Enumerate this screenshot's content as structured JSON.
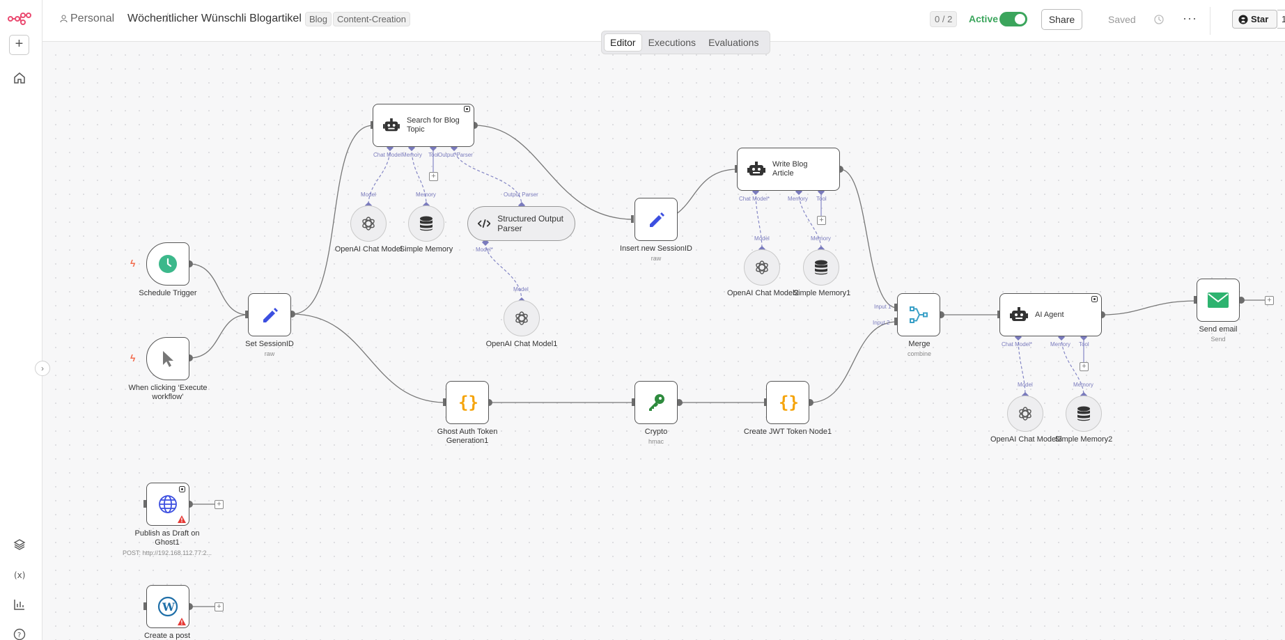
{
  "header": {
    "breadcrumb_personal": "Personal",
    "breadcrumb_sep": "/",
    "workflow_title": "Wöchentlicher Wünschli Blogartikel",
    "tags": [
      "Blog",
      "Content-Creation"
    ],
    "counter": "0 / 2",
    "active_label": "Active",
    "share_label": "Share",
    "saved_label": "Saved",
    "star_label": "Star",
    "star_count": "1"
  },
  "tabs": [
    {
      "label": "Editor"
    },
    {
      "label": "Executions"
    },
    {
      "label": "Evaluations"
    }
  ],
  "nodes": {
    "schedule_trigger": {
      "label": "Schedule Trigger"
    },
    "manual_trigger": {
      "label": "When clicking ‘Execute workflow’"
    },
    "set_session": {
      "label": "Set SessionID",
      "sub": "raw"
    },
    "search_topic": {
      "label": "Search for Blog Topic"
    },
    "openai_1": {
      "label": "OpenAI Chat Model"
    },
    "simple_memory": {
      "label": "Simple Memory"
    },
    "structured_parser": {
      "label": "Structured Output Parser"
    },
    "openai_2": {
      "label": "OpenAI Chat Model1"
    },
    "insert_session": {
      "label": "Insert new SessionID",
      "sub": "raw"
    },
    "write_article": {
      "label": "Write Blog Article"
    },
    "openai_3": {
      "label": "OpenAI Chat Model2"
    },
    "simple_memory_1": {
      "label": "Simple Memory1"
    },
    "ghost_auth": {
      "label": "Ghost Auth Token Generation1"
    },
    "crypto": {
      "label": "Crypto",
      "sub": "hmac"
    },
    "jwt": {
      "label": "Create JWT Token Node1"
    },
    "merge": {
      "label": "Merge",
      "sub": "combine",
      "input1": "Input 1",
      "input2": "Input 2"
    },
    "ai_agent": {
      "label": "AI Agent"
    },
    "openai_4": {
      "label": "OpenAI Chat Model3"
    },
    "simple_memory_2": {
      "label": "Simple Memory2"
    },
    "send_email": {
      "label": "Send email",
      "sub": "Send"
    },
    "publish_ghost": {
      "label": "Publish as Draft on Ghost1",
      "sub": "POST: http://192.168.112.77:2..."
    },
    "create_post": {
      "label": "Create a post"
    }
  },
  "ports": {
    "chat_model": "Chat Model",
    "chat_model_req": "Chat Model*",
    "memory": "Memory",
    "tool": "Tool",
    "output_parser": "Output Parser",
    "model": "Model",
    "model_req": "Model*"
  },
  "colors": {
    "accent_active": "#3ba55c",
    "trigger_bolt": "#f26b4d",
    "port_label": "#7a7bbd",
    "set_node": "#3c4fe0",
    "schedule": "#3cb88b",
    "code_node": "#f5a40b",
    "crypto": "#2e8b3e",
    "merge": "#3aa0c7",
    "email": "#2db36f",
    "wordpress": "#1f6fa8",
    "globe": "#3c4fe0"
  }
}
